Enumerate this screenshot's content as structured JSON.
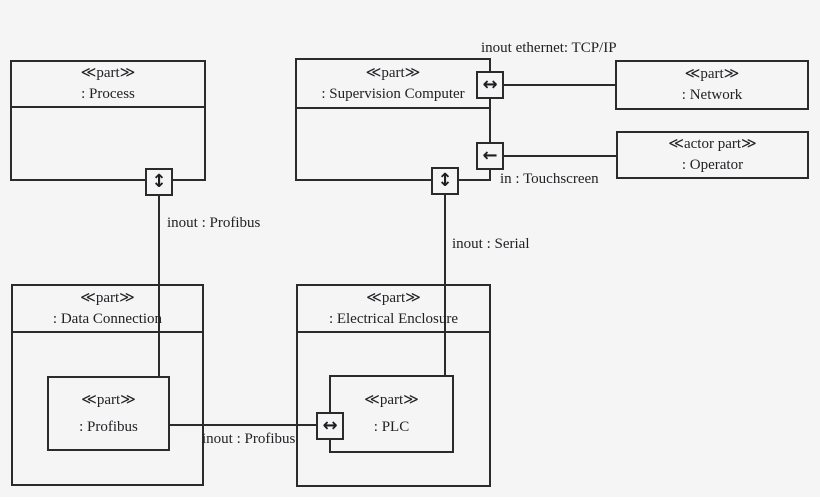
{
  "colors": {
    "background": "#f5f5f6",
    "line": "#2b2b2e",
    "text": "#222226"
  },
  "blocks": {
    "process": {
      "stereotype": "≪part≫",
      "name": ": Process"
    },
    "supervision_computer": {
      "stereotype": "≪part≫",
      "name": ": Supervision Computer"
    },
    "network": {
      "stereotype": "≪part≫",
      "name": ": Network"
    },
    "operator": {
      "stereotype": "≪actor part≫",
      "name": ": Operator"
    },
    "data_connection": {
      "stereotype": "≪part≫",
      "name": ": Data Connection"
    },
    "electrical_enclosure": {
      "stereotype": "≪part≫",
      "name": ": Electrical Enclosure"
    },
    "profibus": {
      "stereotype": "≪part≫",
      "name": ": Profibus"
    },
    "plc": {
      "stereotype": "≪part≫",
      "name": ": PLC"
    }
  },
  "ports": {
    "process_bottom": {
      "symbol": "↕"
    },
    "supervision_ethernet": {
      "symbol": "↔"
    },
    "supervision_touchscreen": {
      "symbol": "←"
    },
    "supervision_serial": {
      "symbol": "↕"
    },
    "plc_left": {
      "symbol": "↔"
    }
  },
  "connectors": {
    "process_profibus": {
      "label": "inout : Profibus"
    },
    "ethernet": {
      "label": "inout ethernet: TCP/IP"
    },
    "touchscreen": {
      "label": "in : Touchscreen"
    },
    "serial": {
      "label": "inout : Serial"
    },
    "plc_profibus": {
      "label": "inout : Profibus"
    }
  }
}
